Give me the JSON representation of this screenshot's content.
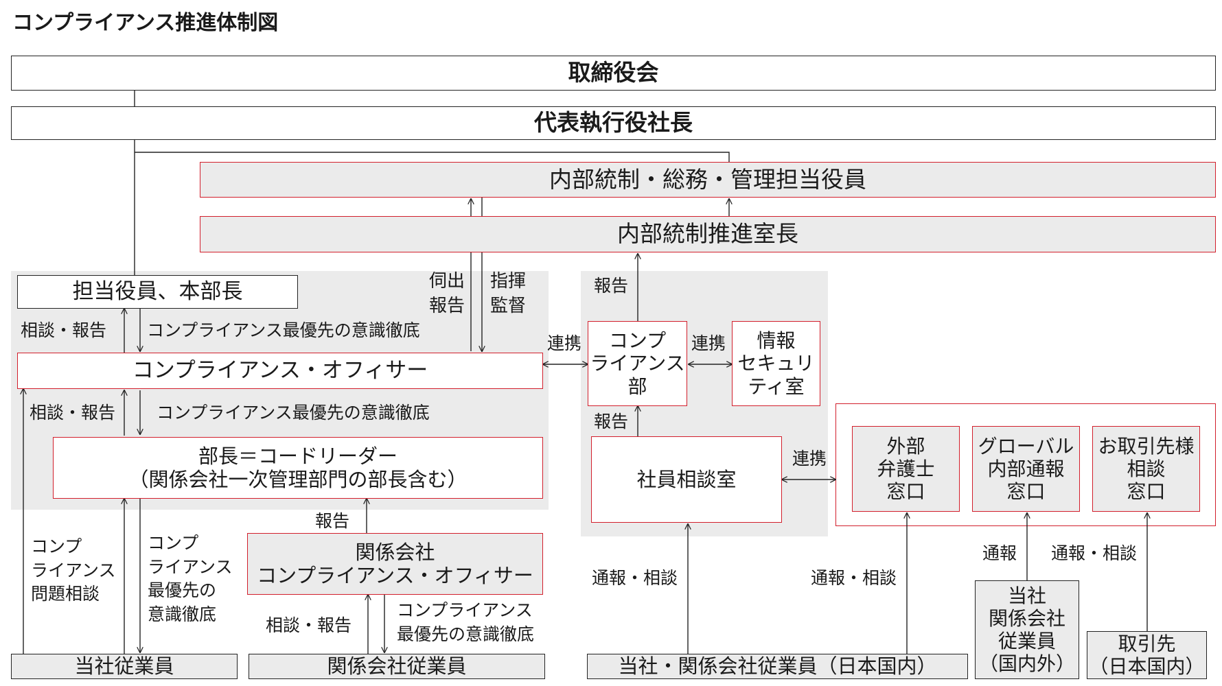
{
  "title": "コンプライアンス推進体制図",
  "boxes": {
    "board": "取締役会",
    "ceo": "代表執行役社長",
    "officer_exec": "内部統制・総務・管理担当役員",
    "internal_control_head": "内部統制推進室長",
    "executives": "担当役員、本部長",
    "compliance_officer": "コンプライアンス・オフィサー",
    "code_leader_line1": "部長＝コードリーダー",
    "code_leader_line2": "（関係会社一次管理部門の部長含む）",
    "affiliate_officer_line1": "関係会社",
    "affiliate_officer_line2": "コンプライアンス・オフィサー",
    "compliance_dept_line1": "コンプ",
    "compliance_dept_line2": "ライアンス",
    "compliance_dept_line3": "部",
    "infosec_line1": "情報",
    "infosec_line2": "セキュリ",
    "infosec_line3": "ティ室",
    "employee_consult": "社員相談室",
    "lawyer_line1": "外部",
    "lawyer_line2": "弁護士",
    "lawyer_line3": "窓口",
    "global_line1": "グローバル",
    "global_line2": "内部通報",
    "global_line3": "窓口",
    "partner_line1": "お取引先様",
    "partner_line2": "相談",
    "partner_line3": "窓口",
    "our_employees": "当社従業員",
    "affiliate_employees": "関係会社従業員",
    "domestic_employees": "当社・関係会社従業員（日本国内）",
    "overseas_line1": "当社",
    "overseas_line2": "関係会社",
    "overseas_line3": "従業員",
    "overseas_line4": "（国内外）",
    "clients_line1": "取引先",
    "clients_line2": "（日本国内）"
  },
  "labels": {
    "inquiry_report_line1": "伺出",
    "inquiry_report_line2": "報告",
    "direction_line1": "指揮",
    "direction_line2": "監督",
    "report_a": "報告",
    "report_b": "報告",
    "report_c": "報告",
    "consult_report_1": "相談・報告",
    "consult_report_2": "相談・報告",
    "consult_report_3": "相談・報告",
    "priority_1": "コンプライアンス最優先の意識徹底",
    "priority_2": "コンプライアンス最優先の意識徹底",
    "collab_1": "連携",
    "collab_2": "連携",
    "collab_3": "連携",
    "problem_line1": "コンプ",
    "problem_line2": "ライアンス",
    "problem_line3": "問題相談",
    "priority3_line1": "コンプ",
    "priority3_line2": "ライアンス",
    "priority3_line3": "最優先の",
    "priority3_line4": "意識徹底",
    "priority4_line1": "コンプライアンス",
    "priority4_line2": "最優先の意識徹底",
    "whistle_consult_1": "通報・相談",
    "whistle_consult_2": "通報・相談",
    "whistle_consult_3": "通報・相談",
    "whistle": "通報"
  }
}
